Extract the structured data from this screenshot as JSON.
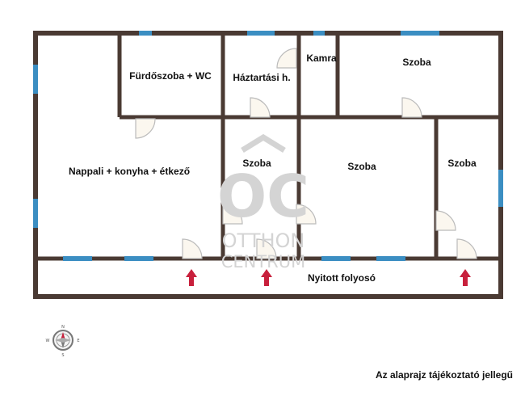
{
  "rooms": {
    "living": "Nappali + konyha + étkező",
    "bathroom": "Fürdőszoba + WC",
    "utility": "Háztartási h.",
    "pantry": "Kamra",
    "room_top_right": "Szoba",
    "room_center_left": "Szoba",
    "room_center": "Szoba",
    "room_right": "Szoba",
    "corridor": "Nyitott folyosó"
  },
  "watermark": {
    "logo": "OC",
    "line1": "OTTHON",
    "line2": "CENTRUM"
  },
  "compass": {
    "n": "N",
    "s": "S",
    "e": "E",
    "w": "W"
  },
  "note": "Az alaprajz tájékoztató jellegű",
  "colors": {
    "wall": "#4a3a33",
    "window": "#3b8ec2",
    "door": "#bbbbbb",
    "door_fill": "#fbf7ef",
    "arrow": "#c8203c",
    "watermark": "#d4d4d4"
  }
}
